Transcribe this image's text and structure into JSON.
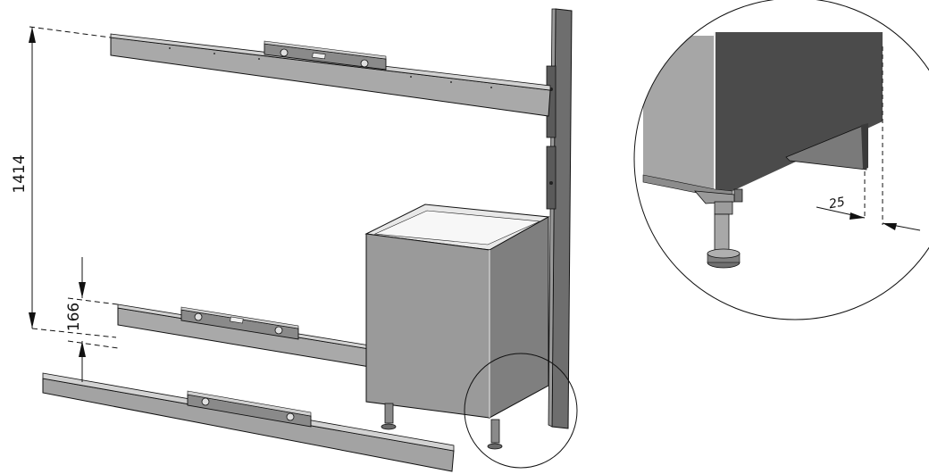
{
  "dimensions": {
    "rail_spacing_height": "1414",
    "rail_offset": "166",
    "foot_setback": "25"
  },
  "colors": {
    "rail_face": "#a9a9a9",
    "rail_top": "#d2d2d2",
    "cabinet_side": "#8f8f8f",
    "cabinet_dark": "#4a4a4a",
    "line": "#111111",
    "background": "#ffffff"
  }
}
